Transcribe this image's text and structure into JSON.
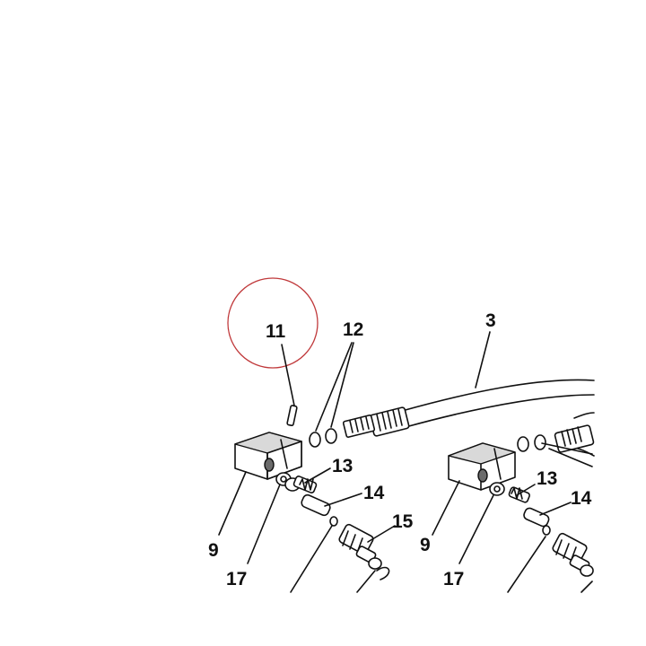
{
  "labels": {
    "l11": "11",
    "l12": "12",
    "l3": "3",
    "l13a": "13",
    "l14a": "14",
    "l15": "15",
    "l9a": "9",
    "l17a": "17",
    "l13b": "13",
    "l14b": "14",
    "l9b": "9",
    "l17b": "17"
  },
  "colors": {
    "line": "#111111",
    "highlight_circle": "#c0393b",
    "background": "#ffffff"
  }
}
